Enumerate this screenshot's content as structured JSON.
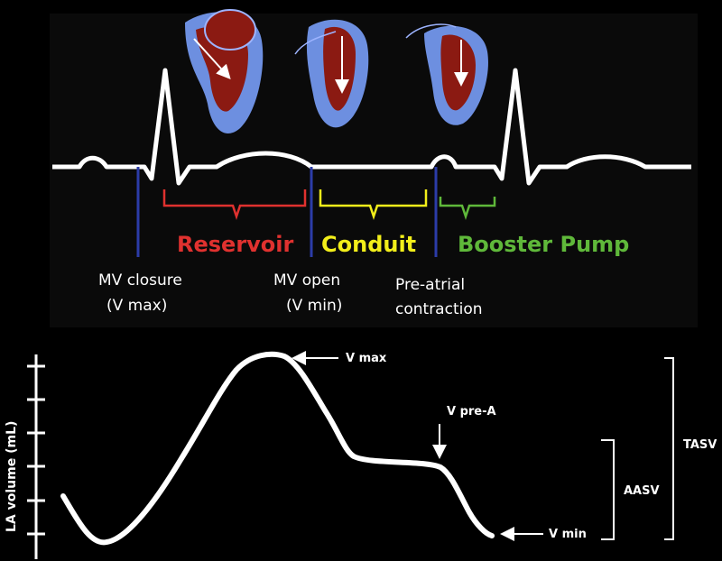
{
  "phases": {
    "reservoir": "Reservoir",
    "conduit": "Conduit",
    "booster": "Booster Pump"
  },
  "events": {
    "mv_closure": "MV closure",
    "mv_closure_sub": "(V max)",
    "mv_open": "MV open",
    "mv_open_sub": "(V min)",
    "pre_atrial_1": "Pre-atrial",
    "pre_atrial_2": "contraction"
  },
  "volume_curve": {
    "ylabel": "LA volume (mL)",
    "v_max": "V max",
    "v_pre_a": "V pre-A",
    "v_min": "V min",
    "tasv": "TASV",
    "aasv": "AASV"
  },
  "colors": {
    "reservoir": "#e0312f",
    "conduit": "#f2ee1a",
    "booster": "#5fb83a",
    "marker": "#2c3ca8",
    "heart_wall": "#6d8fe0",
    "heart_blood": "#8b1a12"
  },
  "icons": [
    "heart-reservoir-icon",
    "heart-conduit-icon",
    "heart-booster-icon"
  ]
}
